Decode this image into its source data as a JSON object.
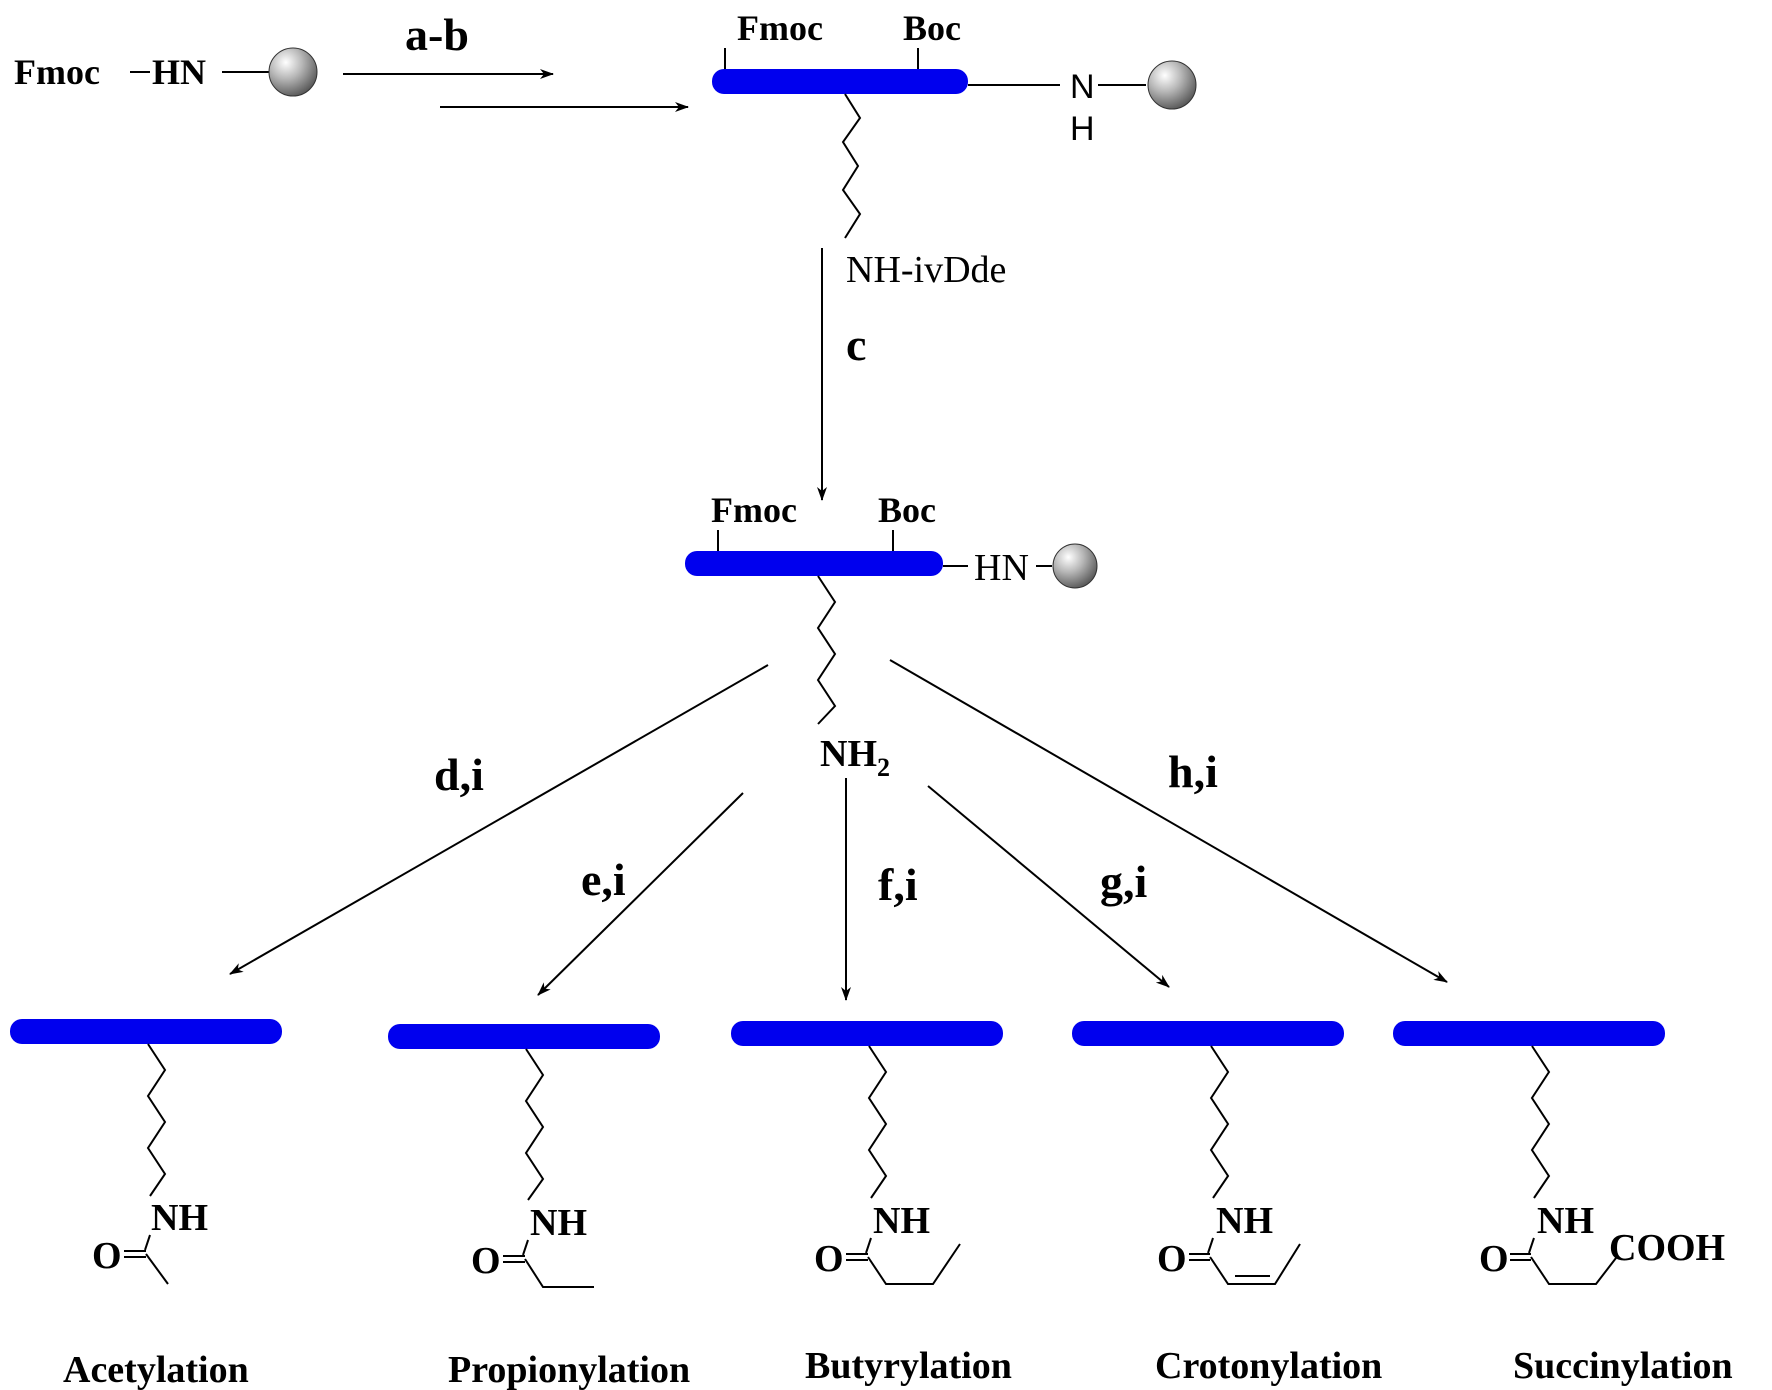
{
  "colors": {
    "peptide_chain": "#0000ee",
    "resin_bead": "#9a9a9a",
    "line": "#000000"
  },
  "start": {
    "protecting_group": "Fmoc",
    "linker": "HN"
  },
  "steps": {
    "ab": "a-b",
    "c": "c",
    "di": "d,i",
    "ei": "e,i",
    "fi": "f,i",
    "gi": "g,i",
    "hi": "h,i"
  },
  "intermediate1": {
    "fmoc": "Fmoc",
    "boc": "Boc",
    "n_atom": "N",
    "h_atom": "H",
    "side_chain_end": "NH-ivDde"
  },
  "intermediate2": {
    "fmoc": "Fmoc",
    "boc": "Boc",
    "linker": "HN",
    "amine": "NH",
    "amine_subscript": "2"
  },
  "products": [
    {
      "modification": "Acetylation",
      "nh": "NH",
      "o": "O"
    },
    {
      "modification": "Propionylation",
      "nh": "NH",
      "o": "O"
    },
    {
      "modification": "Butyrylation",
      "nh": "NH",
      "o": "O"
    },
    {
      "modification": "Crotonylation",
      "nh": "NH",
      "o": "O"
    },
    {
      "modification": "Succinylation",
      "nh": "NH",
      "o": "O",
      "acid": "COOH"
    }
  ]
}
